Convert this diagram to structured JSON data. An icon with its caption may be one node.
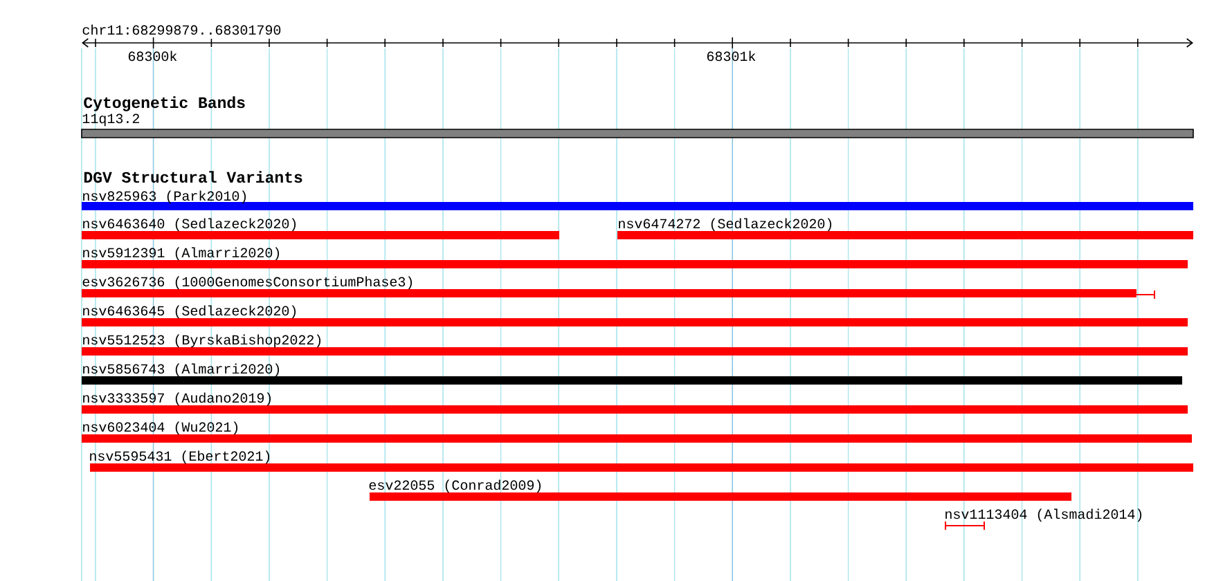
{
  "diagram": {
    "title": "chr11:68299879..68301790",
    "nodes": [
      {
        "text": [
          "11q13.2"
        ]
      },
      {
        "text": [
          "nsv825963 (Park2010)"
        ]
      },
      {
        "text": [
          "nsv6463640 (Sedlazeck2020)"
        ]
      },
      {
        "text": [
          "nsv6474272 (Sedlazeck2020)"
        ]
      },
      {
        "text": [
          "nsv5912391 (Almarri2020)"
        ]
      },
      {
        "text": [
          "esv3626736 (1000GenomesConsortiumPhase3)"
        ]
      },
      {
        "text": [
          "nsv6463645 (Sedlazeck2020)"
        ]
      },
      {
        "text": [
          "nsv5512523 (ByrskaBishop2022)"
        ]
      },
      {
        "text": [
          "nsv5856743 (Almarri2020)"
        ]
      },
      {
        "text": [
          "nsv3333597 (Audano2019)"
        ]
      },
      {
        "text": [
          "nsv6023404 (Wu2021)"
        ]
      },
      {
        "text": [
          "nsv5595431 (Ebert2021)"
        ]
      },
      {
        "text": [
          "esv22055 (Conrad2009)"
        ]
      },
      {
        "text": [
          "nsv1113404 (Alsmadi2014)"
        ]
      }
    ],
    "labels": [
      "68300k",
      "68301k",
      "Cytogenetic Bands",
      "DGV Structural Variants"
    ]
  }
}
